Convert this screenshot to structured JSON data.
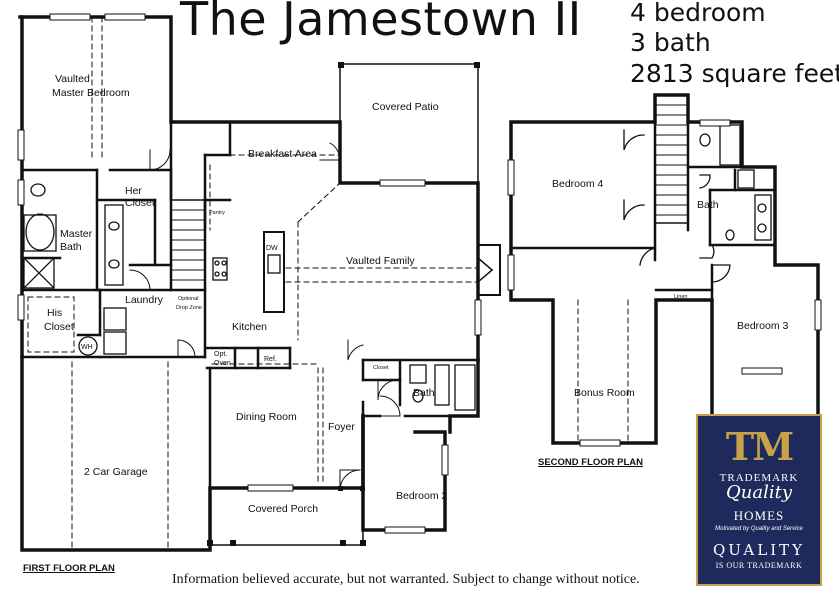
{
  "header": {
    "title": "The Jamestown II",
    "bedrooms": "4 bedroom",
    "baths": "3 bath",
    "area": "2813 square feet"
  },
  "first_floor": {
    "label": "FIRST FLOOR PLAN",
    "rooms": {
      "vaulted_master_line1": "Vaulted",
      "vaulted_master_line2": "Master Bedroom",
      "her_closet_line1": "Her",
      "her_closet_line2": "Closet",
      "master_bath_line1": "Master",
      "master_bath_line2": "Bath",
      "his_closet_line1": "His",
      "his_closet_line2": "Closet",
      "laundry": "Laundry",
      "wh": "WH",
      "optional_drop_zone_line1": "Optional",
      "optional_drop_zone_line2": "Drop Zone",
      "garage": "2 Car Garage",
      "breakfast": "Breakfast Area",
      "pantry": "Pantry",
      "dw": "DW",
      "kitchen": "Kitchen",
      "opt_oven_line1": "Opt.",
      "opt_oven_line2": "Oven",
      "ref": "Ref.",
      "covered_patio": "Covered Patio",
      "vaulted_family": "Vaulted Family",
      "dining": "Dining Room",
      "foyer": "Foyer",
      "covered_porch": "Covered Porch",
      "closet": "Closet",
      "bath": "Bath",
      "bedroom2": "Bedroom 2"
    }
  },
  "second_floor": {
    "label": "SECOND FLOOR PLAN",
    "rooms": {
      "bedroom4": "Bedroom 4",
      "bath": "Bath",
      "linen": "Linen",
      "bedroom3": "Bedroom 3",
      "bonus": "Bonus Room"
    }
  },
  "disclaimer": "Information believed accurate, but not warranted. Subject to change without notice.",
  "logo": {
    "monogram": "TM",
    "brand": "TRADEMARK",
    "script": "Quality",
    "homes": "HOMES",
    "motto": "Motivated by Quality and Service",
    "tag1": "QUALITY",
    "tag2": "IS OUR TRADEMARK"
  },
  "colors": {
    "logo_bg": "#1f2a5c",
    "logo_gold": "#c8a24a"
  }
}
